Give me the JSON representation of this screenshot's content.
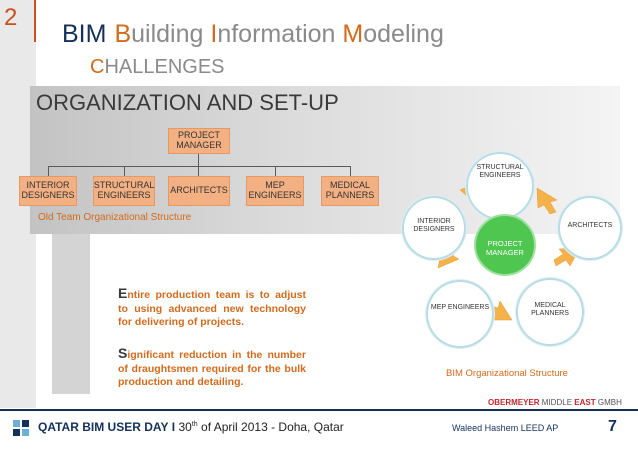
{
  "slide_number": "2",
  "header": {
    "acronym": "BIM",
    "title_words": [
      {
        "cap": "B",
        "rest": "uilding"
      },
      {
        "cap": "I",
        "rest": "nformation"
      },
      {
        "cap": "M",
        "rest": "odeling"
      }
    ],
    "subtitle_cap": "C",
    "subtitle_rest": "HALLENGES"
  },
  "section_title": "ORGANIZATION AND SET-UP",
  "old_chart": {
    "root": "PROJECT MANAGER",
    "children": [
      "INTERIOR DESIGNERS",
      "STRUCTURAL ENGINEERS",
      "ARCHITECTS",
      "MEP ENGINEERS",
      "MEDICAL PLANNERS"
    ],
    "caption": "Old Team Organizational Structure"
  },
  "bullets": [
    {
      "first": "E",
      "rest": "ntire production team is to adjust to using advanced new technology for delivering of projects."
    },
    {
      "first": "S",
      "rest": "ignificant reduction in the number of draughtsmen required for the bulk production and detailing."
    }
  ],
  "bim_chart": {
    "center": "PROJECT MANAGER",
    "nodes": [
      "STRUCTURAL ENGINEERS",
      "ARCHITECTS",
      "MEDICAL PLANNERS",
      "MEP ENGINEERS",
      "INTERIOR DESIGNERS"
    ],
    "caption": "BIM Organizational Structure"
  },
  "company": {
    "part1": "OBERMEYER",
    "part2": "MIDDLE",
    "part3": "EAST",
    "part4": "GMBH"
  },
  "footer": {
    "event": "QATAR BIM USER DAY",
    "separator": "I",
    "day": "30",
    "day_suffix": "th",
    "date_rest": "of April 2013 - Doha, Qatar",
    "author": "Waleed Hashem LEED AP",
    "page_number": "7"
  },
  "colors": {
    "accent": "#d36a1c",
    "navy": "#15305a",
    "box": "#f3b183",
    "center": "#4fc64f",
    "red": "#c0272d"
  }
}
